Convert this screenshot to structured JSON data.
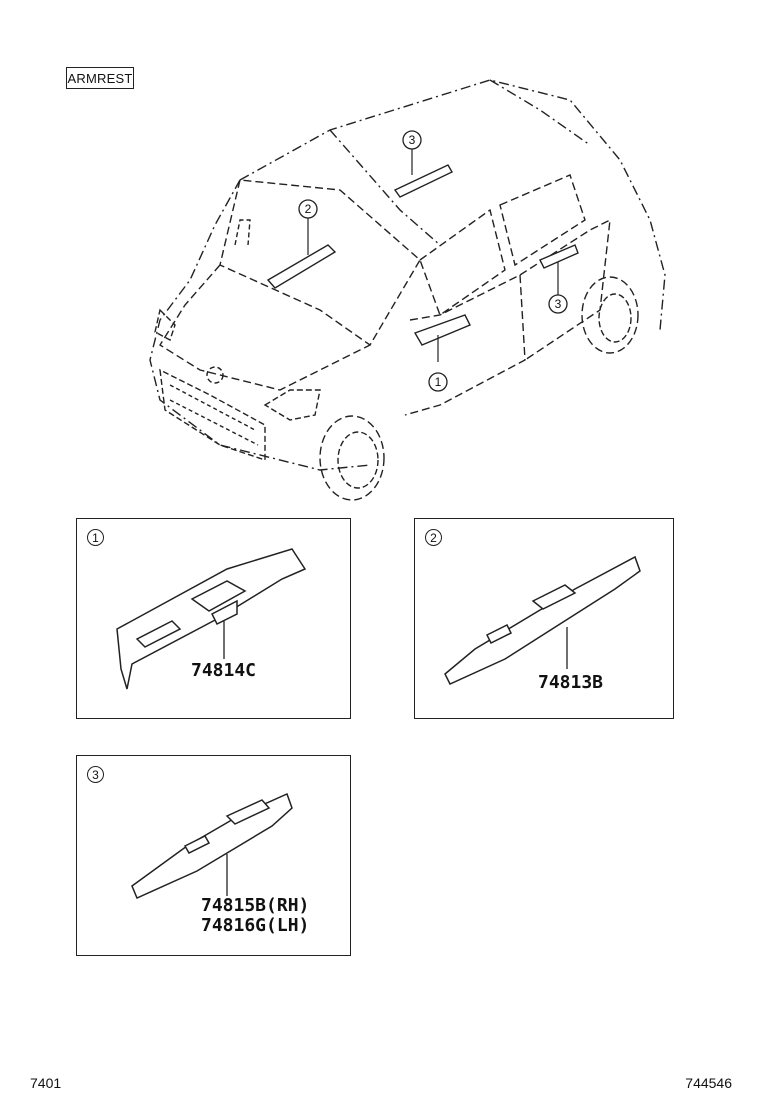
{
  "section_label": "ARMREST",
  "callouts": [
    "1",
    "2",
    "3",
    "2",
    "3"
  ],
  "panels": [
    {
      "number": "1",
      "part_numbers": [
        "74814C"
      ]
    },
    {
      "number": "2",
      "part_numbers": [
        "74813B"
      ]
    },
    {
      "number": "3",
      "part_numbers": [
        "74815B(RH)",
        "74816G(LH)"
      ]
    }
  ],
  "footer": {
    "left_code": "7401",
    "right_code": "744546"
  },
  "colors": {
    "line": "#222222",
    "background": "#ffffff"
  },
  "icons": [
    "callout-circle-icon",
    "armrest-icon",
    "car-outline-icon"
  ]
}
